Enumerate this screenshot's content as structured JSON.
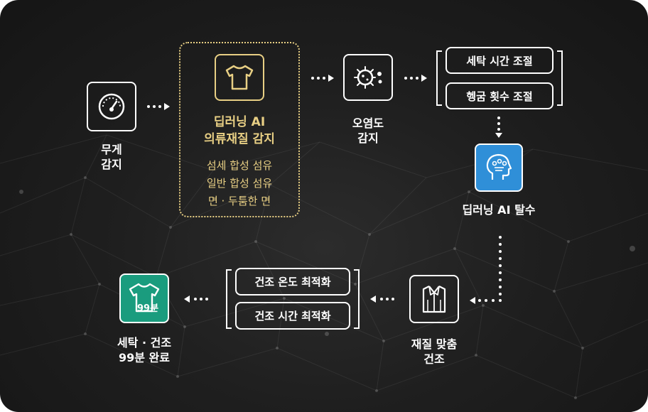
{
  "steps": {
    "weight": {
      "label": "무게\n감지",
      "icon": "gauge-icon"
    },
    "fabric": {
      "title": "딥러닝 AI\n의류재질 감지",
      "types": "섬세 합성 섬유\n일반 합성 섬유\n면 · 두툼한 면",
      "icon": "tshirt-icon"
    },
    "soil": {
      "label": "오염도\n감지",
      "icon": "soil-particles-icon"
    },
    "adjust": {
      "items": [
        "세탁 시간 조절",
        "헹굼 횟수 조절"
      ]
    },
    "spin": {
      "label": "딥러닝 AI 탈수",
      "icon": "ai-head-icon"
    },
    "dry": {
      "label": "재질 맞춤\n건조",
      "icon": "shirt-icon"
    },
    "optimize": {
      "items": [
        "건조 온도 최적화",
        "건조 시간 최적화"
      ]
    },
    "done": {
      "label": "세탁 · 건조\n99분 완료",
      "badge": "99분",
      "icon": "tshirt-99-icon"
    }
  },
  "colors": {
    "accent_gold": "#e8cf84",
    "ai_blue": "#2f8fd8",
    "done_green": "#1a9c7e",
    "background": "#1c1c1c"
  }
}
